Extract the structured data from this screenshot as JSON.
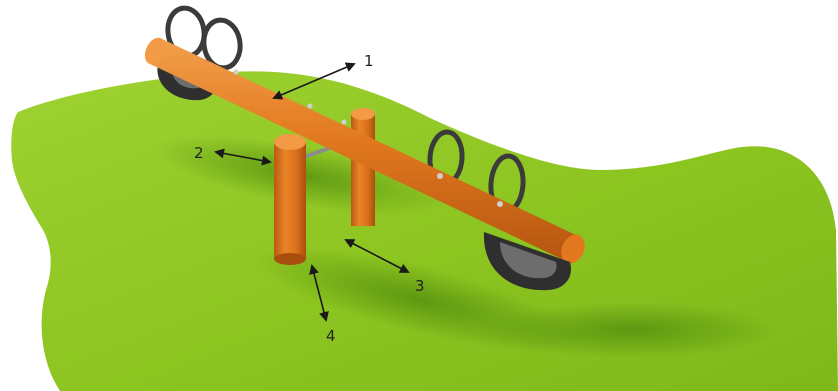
{
  "colors": {
    "background": "#ffffff",
    "grass": "#8cc420",
    "grass_highlight": "#a6d93a",
    "grass_shadow": "#6fa515",
    "wood": "#e2791f",
    "wood_dark": "#b95a12",
    "wood_light": "#f29a45",
    "tire": "#2f2f2f",
    "tire_inner": "#6d6d6d",
    "handle": "#3b3b3b",
    "arrow": "#1a1a1a"
  },
  "callouts": [
    {
      "label": "1"
    },
    {
      "label": "2"
    },
    {
      "label": "3"
    },
    {
      "label": "4"
    }
  ]
}
